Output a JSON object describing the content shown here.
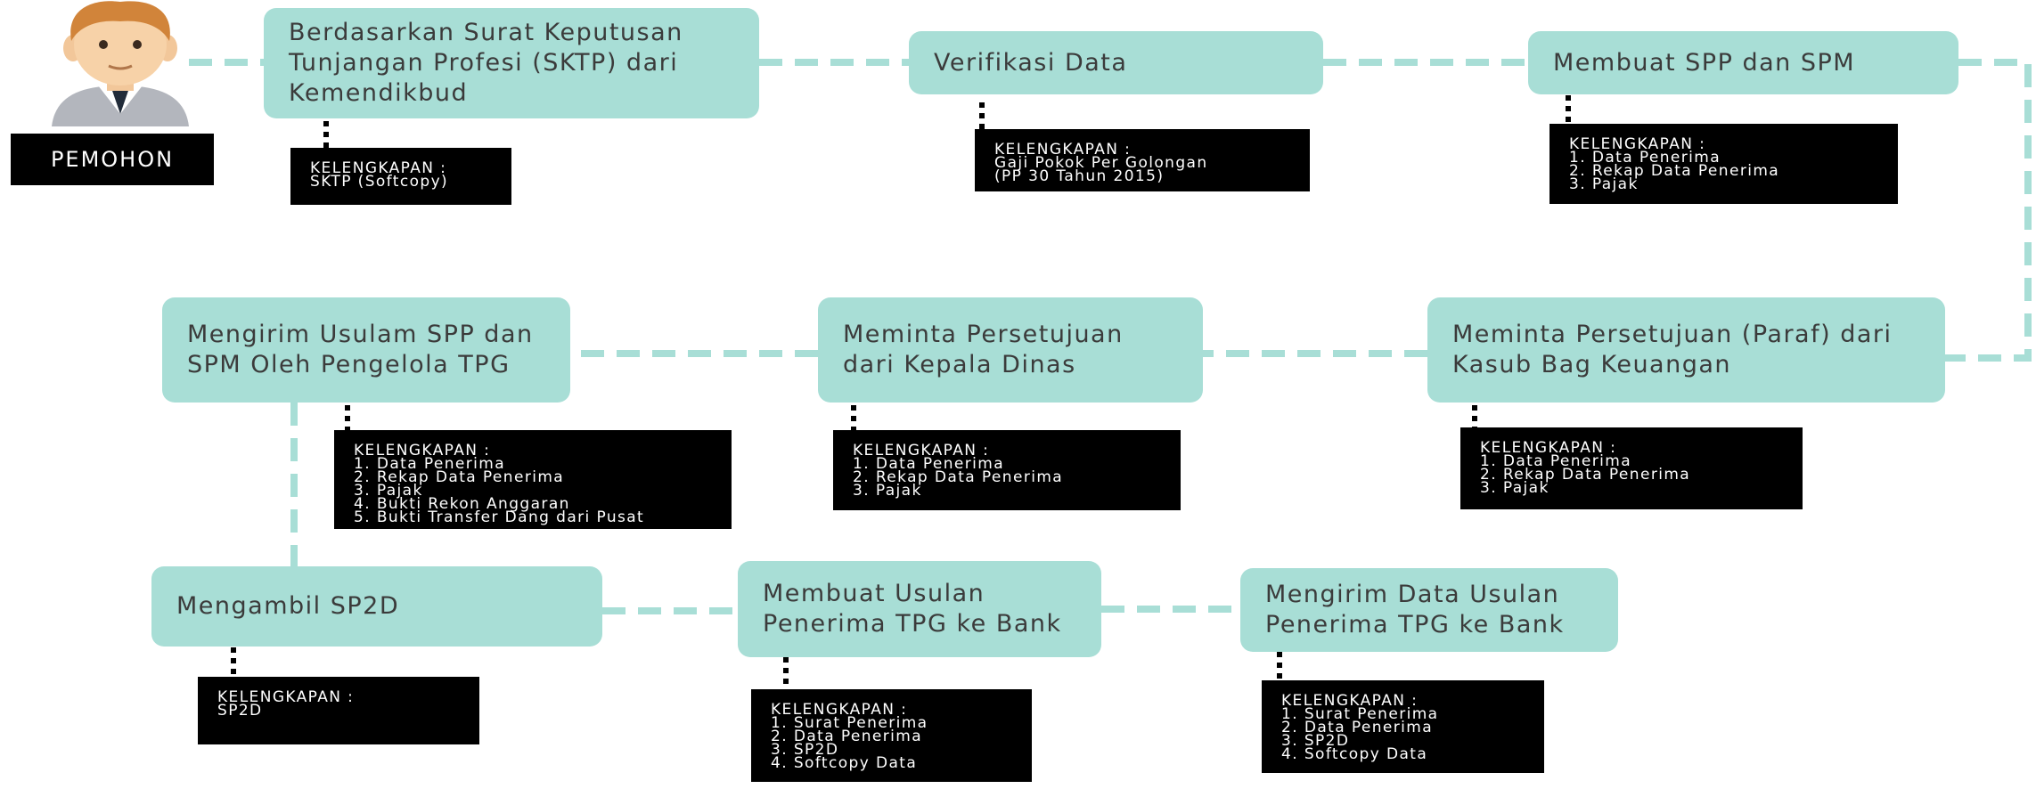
{
  "applicant": {
    "label": "PEMOHON",
    "icon": "user-avatar-icon"
  },
  "colors": {
    "step_fill": "#a8ded6",
    "connector": "#a8ded6",
    "requirement_fill": "#000000",
    "requirement_text": "#ffffff"
  },
  "steps": [
    {
      "text": "Berdasarkan Surat Keputusan\nTunjangan Profesi (SKTP) dari\nKemendikbud",
      "requirements": "KELENGKAPAN :\nSKTP (Softcopy)"
    },
    {
      "text": "Verifikasi Data",
      "requirements": "KELENGKAPAN :\nGaji Pokok Per Golongan\n(PP 30 Tahun 2015)"
    },
    {
      "text": "Membuat SPP dan SPM",
      "requirements": "KELENGKAPAN :\n1. Data Penerima\n2. Rekap Data Penerima\n3. Pajak"
    },
    {
      "text": "Meminta Persetujuan (Paraf) dari\nKasub Bag Keuangan",
      "requirements": "KELENGKAPAN :\n1. Data Penerima\n2. Rekap Data Penerima\n3. Pajak"
    },
    {
      "text": "Meminta Persetujuan\ndari Kepala Dinas",
      "requirements": "KELENGKAPAN :\n1. Data Penerima\n2. Rekap Data Penerima\n3. Pajak"
    },
    {
      "text": "Mengirim Usulam SPP dan\nSPM Oleh Pengelola TPG",
      "requirements": "KELENGKAPAN :\n1. Data Penerima\n2. Rekap Data Penerima\n3. Pajak\n4. Bukti Rekon Anggaran\n5. Bukti Transfer Dang dari Pusat"
    },
    {
      "text": "Mengambil SP2D",
      "requirements": "KELENGKAPAN :\nSP2D"
    },
    {
      "text": "Membuat Usulan\nPenerima TPG ke Bank",
      "requirements": "KELENGKAPAN :\n1. Surat Penerima\n2. Data Penerima\n3. SP2D\n4. Softcopy Data"
    },
    {
      "text": "Mengirim Data Usulan\nPenerima TPG ke Bank",
      "requirements": "KELENGKAPAN :\n1. Surat Penerima\n2. Data Penerima\n3. SP2D\n4. Softcopy Data"
    }
  ]
}
